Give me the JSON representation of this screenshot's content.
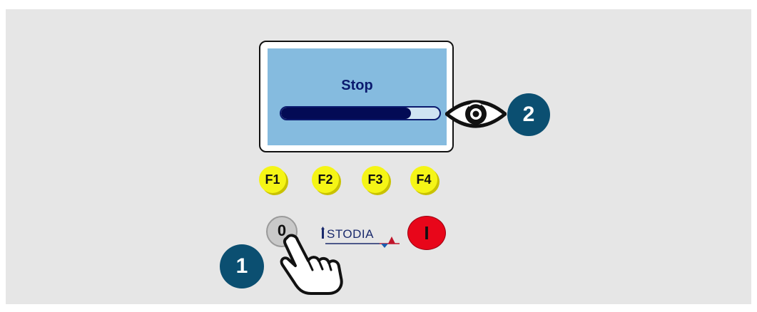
{
  "display": {
    "status": "Stop",
    "progress": 0.82
  },
  "function_keys": [
    "F1",
    "F2",
    "F3",
    "F4"
  ],
  "controls": {
    "off_label": "0",
    "on_label": "I"
  },
  "logo": {
    "text": "STODIA"
  },
  "callouts": {
    "step1": "1",
    "step2": "2"
  },
  "icons": {
    "eye": "eye-icon",
    "hand": "pointing-hand-icon"
  },
  "colors": {
    "screen": "#85bbdf",
    "progress": "#030b55",
    "fkey": "#f5f516",
    "on_button": "#e8061a",
    "badge": "#0b4f71"
  }
}
